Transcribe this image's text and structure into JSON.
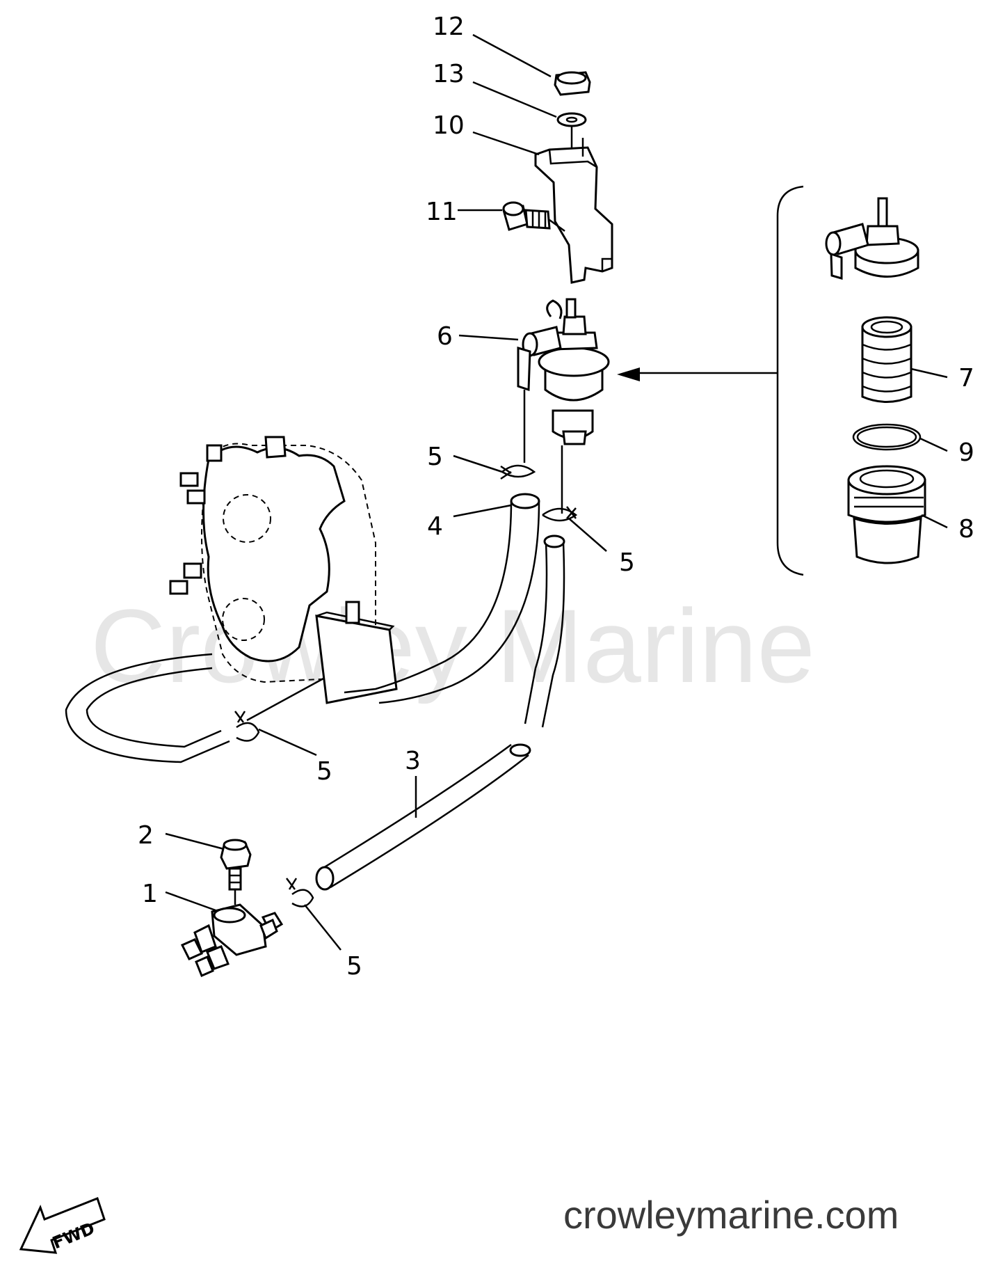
{
  "watermark": "Crowley Marine",
  "site": "crowleymarine.com",
  "fwd_label": "FWD",
  "callouts": {
    "p1": "1",
    "p2": "2",
    "p3": "3",
    "p4": "4",
    "p5": "5",
    "p6": "6",
    "p7": "7",
    "p8": "8",
    "p9": "9",
    "p10": "10",
    "p11": "11",
    "p12": "12",
    "p13": "13"
  }
}
